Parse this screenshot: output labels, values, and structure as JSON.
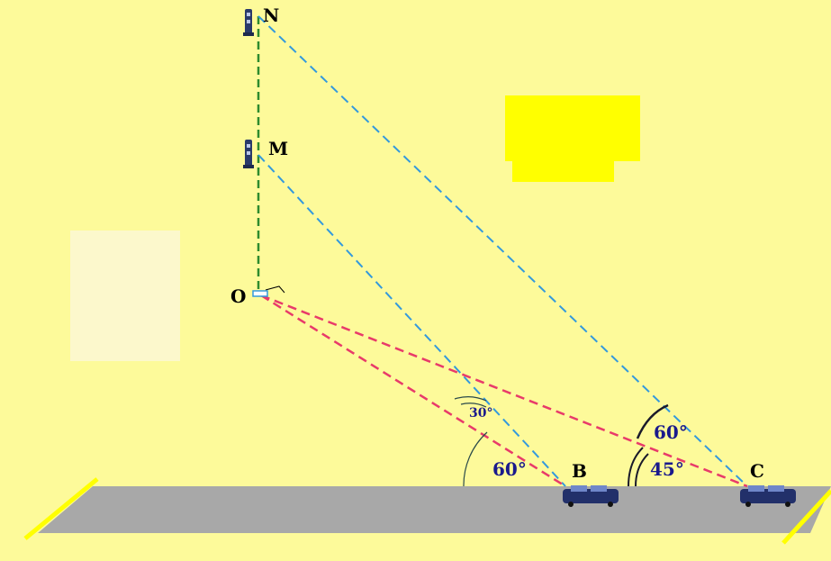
{
  "points": {
    "N": "N",
    "M": "M",
    "O": "O",
    "B": "B",
    "C": "C"
  },
  "angles": {
    "angle_30": "30°",
    "angle_60_B": "60°",
    "angle_45": "45°",
    "angle_60_C": "60°"
  },
  "colors": {
    "background": "#fdfa9a",
    "road": "#a8a8a8",
    "vertical_line": "#2e8b2e",
    "sight_lines": "#3399dd",
    "ground_lines": "#e83a6a",
    "angle_text": "#1a1a8c",
    "yellow_block": "#ffff00"
  },
  "icons": [
    "antenna-icon",
    "car-icon"
  ]
}
